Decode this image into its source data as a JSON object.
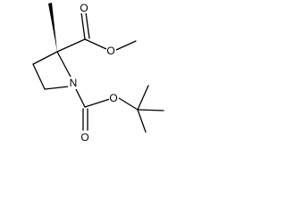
{
  "molecule": {
    "atoms": {
      "ester_carbonyl_oxygen": "O",
      "ester_ether_oxygen": "O",
      "ring_nitrogen": "N",
      "carbamate_ether_oxygen": "O",
      "carbamate_carbonyl_oxygen": "O"
    },
    "colors": {
      "bond": "#000000",
      "label": "#000000",
      "background": "#ffffff"
    }
  }
}
